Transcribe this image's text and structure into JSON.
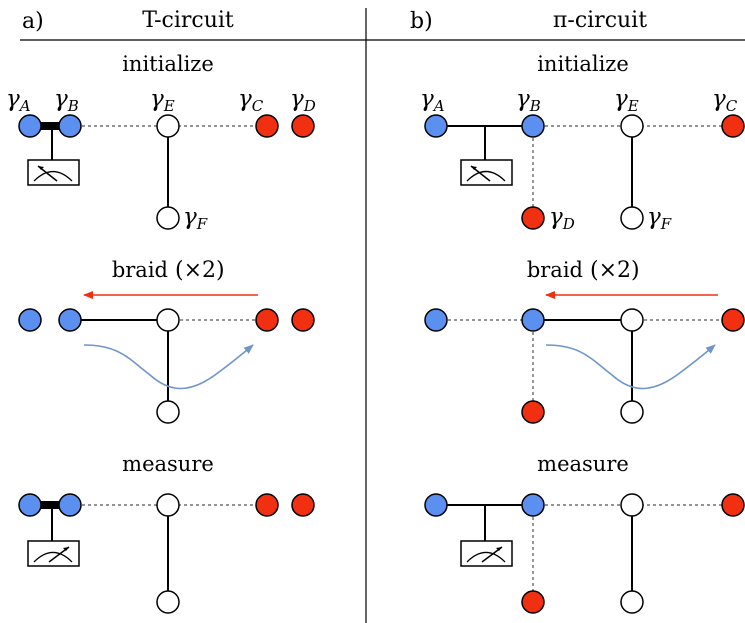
{
  "panels": [
    {
      "letter": "a)",
      "title": "T-circuit",
      "steps": {
        "initialize": "initialize",
        "braid": "braid",
        "braid_factor": "(×2)",
        "measure": "measure"
      },
      "modes": [
        {
          "symbol": "γ",
          "sub": "A"
        },
        {
          "symbol": "γ",
          "sub": "B"
        },
        {
          "symbol": "γ",
          "sub": "E"
        },
        {
          "symbol": "γ",
          "sub": "C"
        },
        {
          "symbol": "γ",
          "sub": "D"
        },
        {
          "symbol": "γ",
          "sub": "F"
        }
      ]
    },
    {
      "letter": "b)",
      "title": "π-circuit",
      "steps": {
        "initialize": "initialize",
        "braid": "braid",
        "braid_factor": "(×2)",
        "measure": "measure"
      },
      "modes": [
        {
          "symbol": "γ",
          "sub": "A"
        },
        {
          "symbol": "γ",
          "sub": "B"
        },
        {
          "symbol": "γ",
          "sub": "E"
        },
        {
          "symbol": "γ",
          "sub": "C"
        },
        {
          "symbol": "γ",
          "sub": "D"
        },
        {
          "symbol": "γ",
          "sub": "F"
        }
      ]
    }
  ],
  "colors": {
    "blue_mode": "#5b8ff0",
    "red_mode": "#f03010",
    "empty_mode": "#ffffff",
    "braid_arrow": "#f03010",
    "path_curve": "#6e96c8",
    "line": "#000000"
  }
}
